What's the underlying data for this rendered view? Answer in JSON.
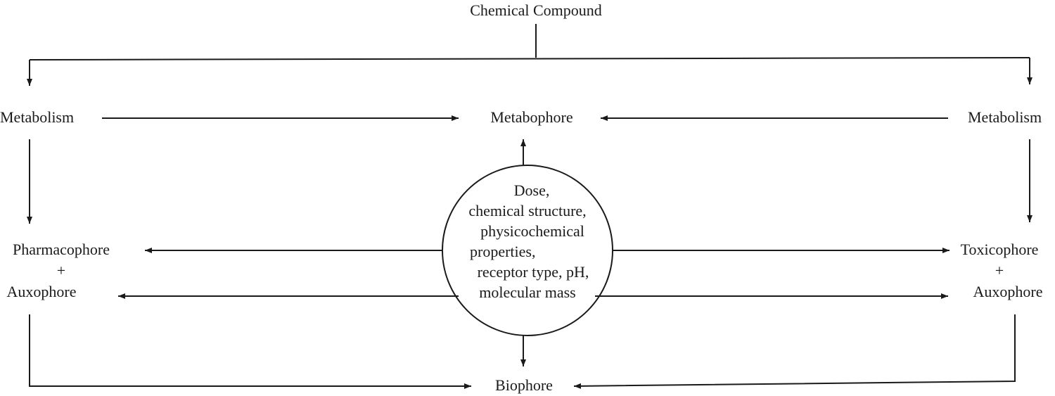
{
  "diagram": {
    "top_node": "Chemical Compound",
    "left_metabolism": "Metabolism",
    "right_metabolism": "Metabolism",
    "metabophore": "Metabophore",
    "pharmacophore": {
      "line1": "Pharmacophore",
      "line2": "+",
      "line3": "Auxophore"
    },
    "toxicophore": {
      "line1": "Toxicophore",
      "line2": "+",
      "line3": "Auxophore"
    },
    "biophore": "Biophore",
    "factors": {
      "line1": "Dose,",
      "line2": "chemical structure,",
      "line3": "physicochemical",
      "line4": "properties,",
      "line5": "receptor type, pH,",
      "line6": "molecular mass"
    }
  },
  "colors": {
    "line": "#1a1a1a",
    "text": "#1a1a1a",
    "background": "#ffffff"
  }
}
